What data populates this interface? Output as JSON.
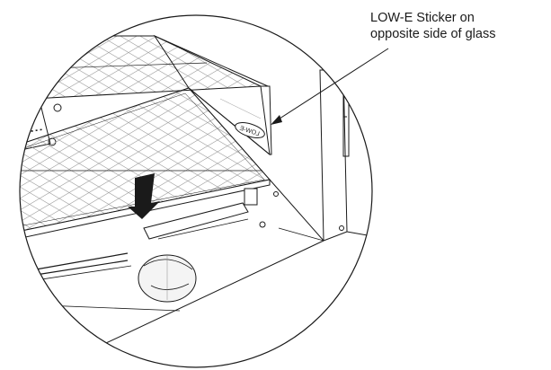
{
  "callout": {
    "line1": "LOW-E Sticker on",
    "line2": "opposite side of glass"
  },
  "sticker": {
    "text": "LOW-E"
  },
  "colors": {
    "stroke": "#1a1a1a",
    "hatch": "#a0a0a0",
    "background": "#ffffff"
  }
}
